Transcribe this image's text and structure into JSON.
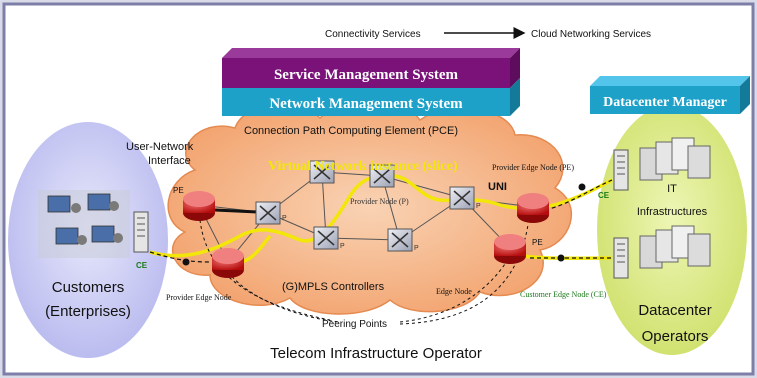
{
  "top_flow": {
    "left": "Connectivity Services",
    "right": "Cloud Networking Services"
  },
  "service_mgmt": "Service Management System",
  "network_mgmt": "Network Management System",
  "datacenter_manager": "Datacenter Manager",
  "pce": "Connection Path Computing Element (PCE)",
  "uni_left": "User-Network\nInterface",
  "vni": "Virtual Network instance (slice)",
  "pe_label_right": "Provider Edge Node (PE)",
  "uni_right": "UNI",
  "provider_node": "Provider Node (P)",
  "pe_small_1": "PE",
  "pe_small_2": "PE",
  "ce_left": "CE",
  "ce_right": "CE",
  "p_marks": [
    "P",
    "P",
    "P",
    "P"
  ],
  "it_infra": "IT\nInfrastructures",
  "customers": "Customers\n(Enterprises)",
  "provider_edge_node": "Provider Edge Node",
  "gmpls": "(G)MPLS Controllers",
  "edge_node": "Edge Node",
  "customer_edge_node": "Customer Edge Node (CE)",
  "peering_points": "Peering Points",
  "datacenter_operators": "Datacenter\nOperators",
  "telecom_operator": "Telecom Infrastructure Operator"
}
